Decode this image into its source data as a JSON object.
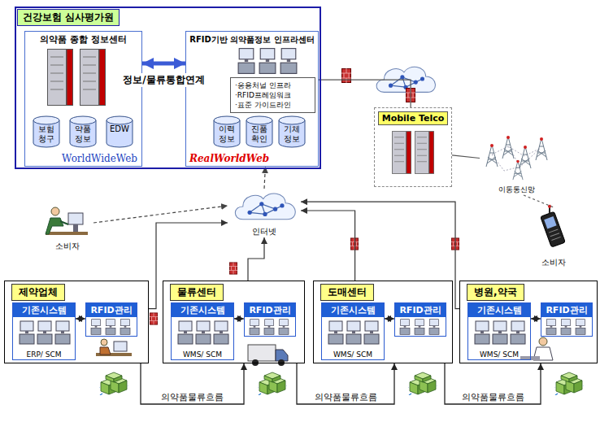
{
  "diagram": {
    "nodes": [
      {
        "text": [
          "건강보험 심사평가원"
        ]
      },
      {
        "text": [
          "의약품 종합 정보센터",
          "WorldWideWeb"
        ],
        "in": 0
      },
      {
        "text": [
          "보험 청구"
        ],
        "in": 1
      },
      {
        "text": [
          "약품 정보"
        ],
        "in": 1
      },
      {
        "text": [
          "EDW"
        ],
        "in": 1
      },
      {
        "text": [
          "RFID기반 의약품정보 인프라센터",
          "RealWorldWeb"
        ],
        "in": 0
      },
      {
        "text": [
          "·응용처널 인프라",
          "·RFID프레임워크",
          "·표준 가이드라인"
        ],
        "in": 5
      },
      {
        "text": [
          "이력 정보"
        ],
        "in": 5
      },
      {
        "text": [
          "진품 확인"
        ],
        "in": 5
      },
      {
        "text": [
          "기체 정보"
        ],
        "in": 5
      },
      {
        "text": [
          "Mobile Telco"
        ]
      },
      {
        "text": [
          "이동통신망"
        ]
      },
      {
        "text": [
          "인터넷"
        ]
      },
      {
        "text": [
          "소비자"
        ]
      },
      {
        "text": [
          "소비자"
        ]
      },
      {
        "text": [
          "제약업체"
        ]
      },
      {
        "text": [
          "기존시스템",
          "ERP/ SCM"
        ],
        "in": 15
      },
      {
        "text": [
          "RFID관리"
        ],
        "in": 15
      },
      {
        "text": [
          "물류센터"
        ]
      },
      {
        "text": [
          "기존시스템",
          "WMS/ SCM"
        ],
        "in": 18
      },
      {
        "text": [
          "RFID관리"
        ],
        "in": 18
      },
      {
        "text": [
          "도매센터"
        ]
      },
      {
        "text": [
          "기존시스템",
          "WMS/ SCM"
        ],
        "in": 21
      },
      {
        "text": [
          "RFID관리"
        ],
        "in": 21
      },
      {
        "text": [
          "병원,약국"
        ]
      },
      {
        "text": [
          "기존시스템",
          "WMS/ SCM"
        ],
        "in": 24
      },
      {
        "text": [
          "RFID관리"
        ],
        "in": 24
      }
    ],
    "edges": [
      {
        "from": 1,
        "to": 5,
        "arrow": "both",
        "label": "정보/물류통합연계"
      },
      {
        "from": 5,
        "to": 10,
        "arrow": "none"
      },
      {
        "from": 10,
        "to": 11,
        "arrow": "none"
      },
      {
        "from": 11,
        "to": 14,
        "arrow": "none"
      },
      {
        "from": 12,
        "to": 5,
        "arrow": "to"
      },
      {
        "from": 13,
        "to": 12,
        "arrow": "to"
      },
      {
        "from": 15,
        "to": 12,
        "arrow": "to"
      },
      {
        "from": 18,
        "to": 12,
        "arrow": "to"
      },
      {
        "from": 21,
        "to": 12,
        "arrow": "to"
      },
      {
        "from": 24,
        "to": 12,
        "arrow": "to"
      },
      {
        "from": 16,
        "to": 17,
        "arrow": "both"
      },
      {
        "from": 19,
        "to": 20,
        "arrow": "both"
      },
      {
        "from": 22,
        "to": 23,
        "arrow": "both"
      },
      {
        "from": 25,
        "to": 26,
        "arrow": "both"
      },
      {
        "from": 15,
        "to": 18,
        "arrow": "to",
        "label": "의약품물류흐름"
      },
      {
        "from": 18,
        "to": 21,
        "arrow": "to",
        "label": "의약품물류흐름"
      },
      {
        "from": 21,
        "to": 24,
        "arrow": "to",
        "label": "의약품물류흐름"
      }
    ]
  }
}
